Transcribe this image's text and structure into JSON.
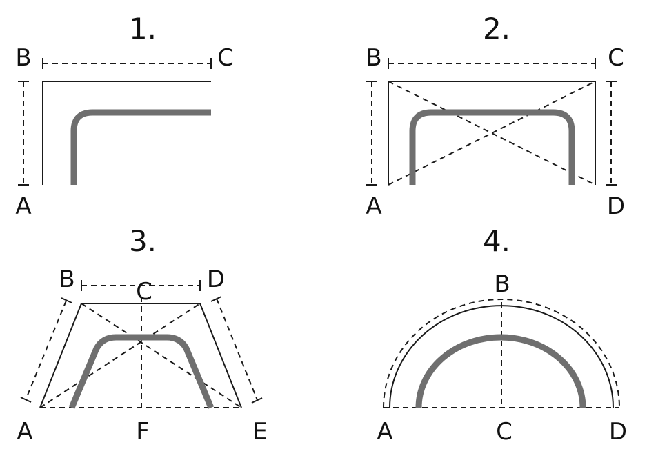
{
  "colors": {
    "ink": "#1a1a1a",
    "bar": "#6f6f6f",
    "background": "#ffffff"
  },
  "panels": [
    {
      "number": "1.",
      "points": {
        "B": "B",
        "C": "C",
        "A": "A"
      }
    },
    {
      "number": "2.",
      "points": {
        "B": "B",
        "C": "C",
        "A": "A",
        "D": "D"
      }
    },
    {
      "number": "3.",
      "points": {
        "B": "B",
        "C": "C",
        "D": "D",
        "A": "A",
        "F": "F",
        "E": "E"
      }
    },
    {
      "number": "4.",
      "points": {
        "B": "B",
        "A": "A",
        "C": "C",
        "D": "D"
      }
    }
  ]
}
